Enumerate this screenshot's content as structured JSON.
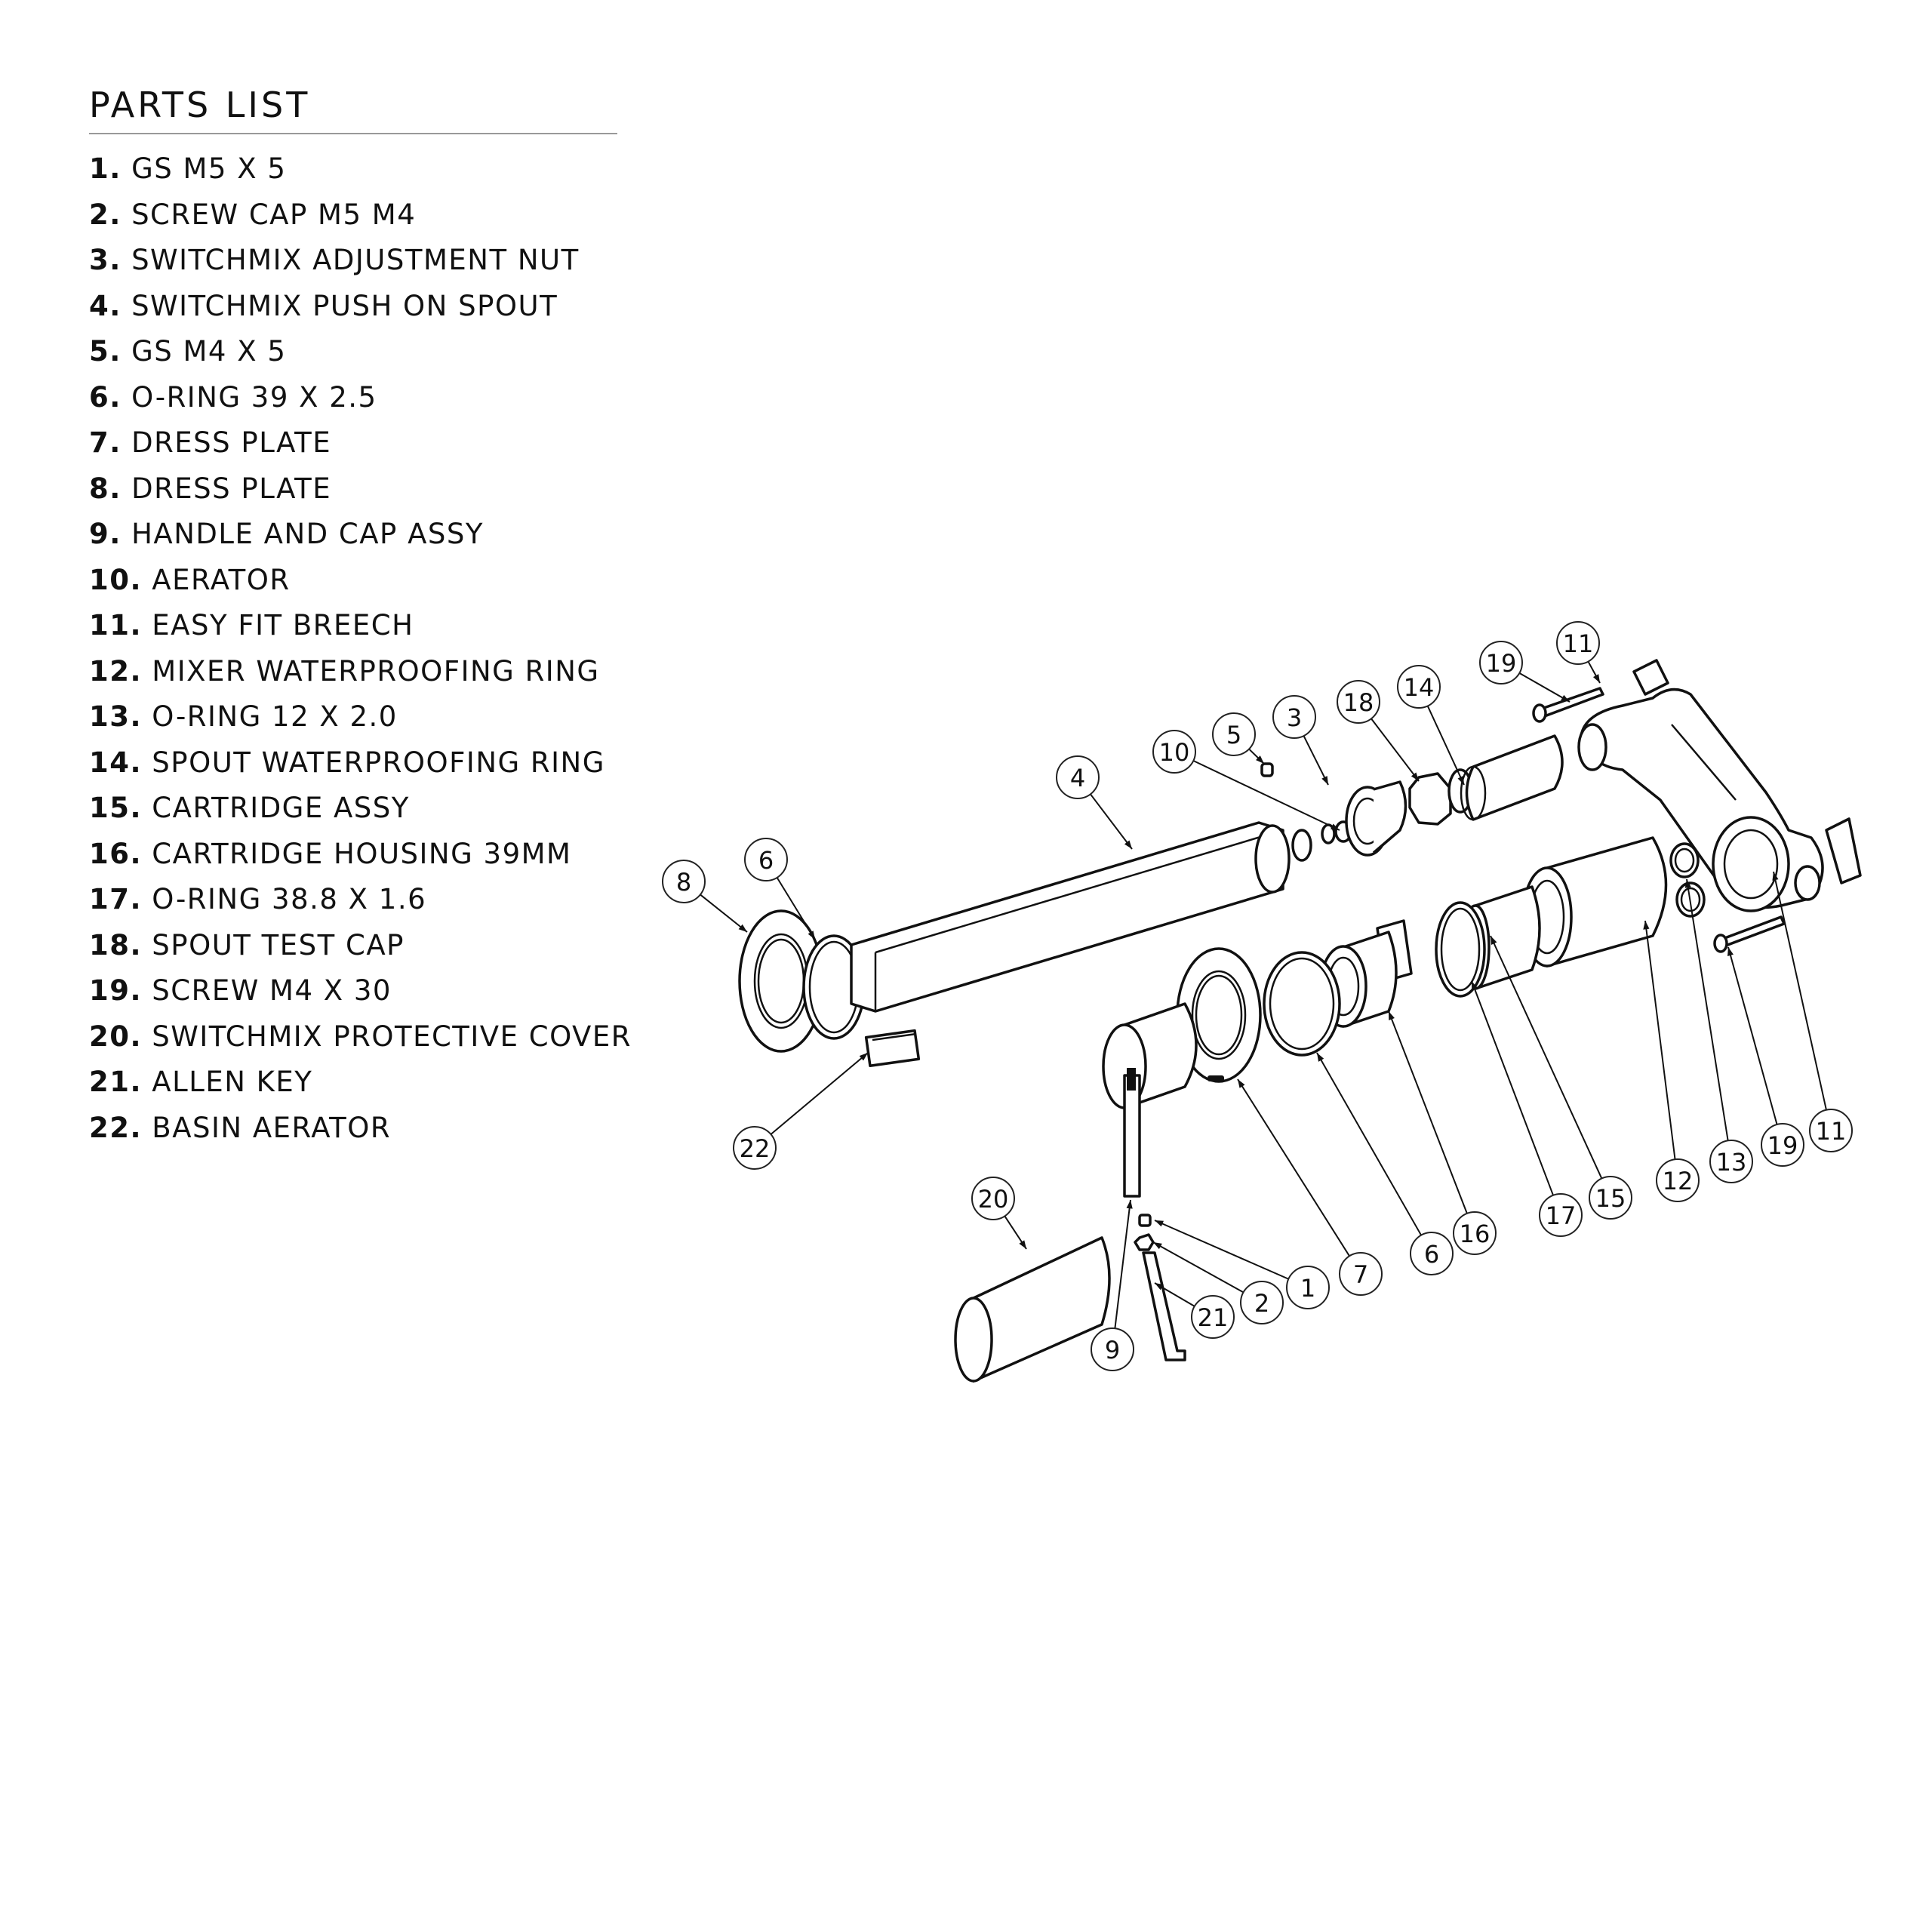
{
  "parts_list": {
    "title": "PARTS LIST",
    "items": [
      {
        "num": "1.",
        "name": "GS M5 X 5"
      },
      {
        "num": "2.",
        "name": "SCREW CAP M5 M4"
      },
      {
        "num": "3.",
        "name": "SWITCHMIX ADJUSTMENT NUT"
      },
      {
        "num": "4.",
        "name": "SWITCHMIX PUSH ON SPOUT"
      },
      {
        "num": "5.",
        "name": "GS M4 X 5"
      },
      {
        "num": "6.",
        "name": "O-RING 39 X 2.5"
      },
      {
        "num": "7.",
        "name": "DRESS PLATE"
      },
      {
        "num": "8.",
        "name": "DRESS PLATE"
      },
      {
        "num": "9.",
        "name": "HANDLE AND CAP ASSY"
      },
      {
        "num": "10.",
        "name": "AERATOR"
      },
      {
        "num": "11.",
        "name": "EASY FIT BREECH"
      },
      {
        "num": "12.",
        "name": "MIXER WATERPROOFING RING"
      },
      {
        "num": "13.",
        "name": "O-RING 12 X 2.0"
      },
      {
        "num": "14.",
        "name": "SPOUT WATERPROOFING RING"
      },
      {
        "num": "15.",
        "name": "CARTRIDGE ASSY"
      },
      {
        "num": "16.",
        "name": "CARTRIDGE HOUSING 39MM"
      },
      {
        "num": "17.",
        "name": "O-RING 38.8 X 1.6"
      },
      {
        "num": "18.",
        "name": "SPOUT TEST CAP"
      },
      {
        "num": "19.",
        "name": "SCREW M4 X 30"
      },
      {
        "num": "20.",
        "name": "SWITCHMIX PROTECTIVE COVER"
      },
      {
        "num": "21.",
        "name": "ALLEN KEY"
      },
      {
        "num": "22.",
        "name": "BASIN AERATOR"
      }
    ]
  },
  "callouts": [
    "1",
    "2",
    "3",
    "4",
    "5",
    "6",
    "6",
    "7",
    "8",
    "9",
    "10",
    "11",
    "11",
    "12",
    "13",
    "14",
    "15",
    "16",
    "17",
    "18",
    "19",
    "19",
    "20",
    "21",
    "22"
  ]
}
